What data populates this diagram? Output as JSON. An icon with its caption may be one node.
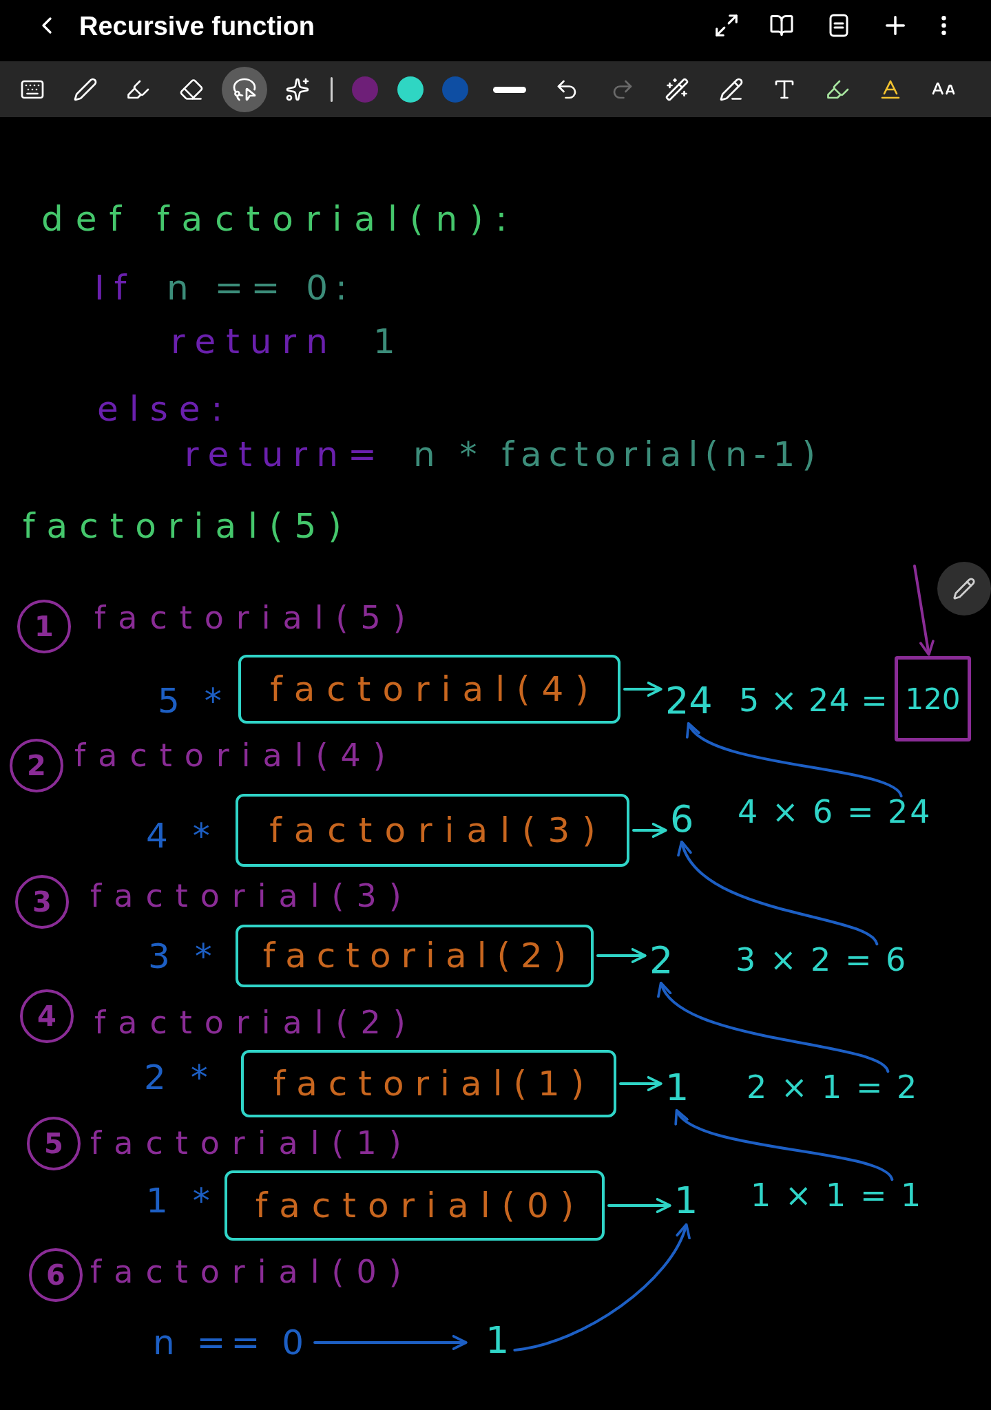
{
  "diagram": {
    "title": "Recursive function",
    "nodes": [
      {
        "text": [
          "1"
        ],
        "beside": [
          "factorial(5)"
        ]
      },
      {
        "text": [
          "factorial(4)"
        ]
      },
      {
        "text": [
          "24"
        ]
      },
      {
        "text": [
          "120"
        ],
        "beside": [
          "5 × 24 ="
        ]
      },
      {
        "text": [
          "2"
        ],
        "beside": [
          "factorial(4)"
        ]
      },
      {
        "text": [
          "factorial(3)"
        ]
      },
      {
        "text": [
          "6"
        ]
      },
      {
        "text": [
          "4 × 6 = 24"
        ]
      },
      {
        "text": [
          "3"
        ],
        "beside": [
          "factorial(3)"
        ]
      },
      {
        "text": [
          "factorial(2)"
        ]
      },
      {
        "text": [
          "2"
        ]
      },
      {
        "text": [
          "3 × 2 = 6"
        ]
      },
      {
        "text": [
          "4"
        ],
        "beside": [
          "factorial(2)"
        ]
      },
      {
        "text": [
          "factorial(1)"
        ]
      },
      {
        "text": [
          "1"
        ]
      },
      {
        "text": [
          "2 × 1 = 2"
        ]
      },
      {
        "text": [
          "5"
        ],
        "beside": [
          "factorial(1)"
        ]
      },
      {
        "text": [
          "factorial(0)"
        ]
      },
      {
        "text": [
          "1"
        ]
      },
      {
        "text": [
          "1 × 1 = 1"
        ]
      },
      {
        "text": [
          "6"
        ],
        "beside": [
          "factorial(0)"
        ]
      },
      {
        "text": [
          "n == 0"
        ]
      },
      {
        "text": [
          "1"
        ]
      }
    ],
    "edges": [
      {
        "from": 1,
        "to": 2,
        "arrow": "to",
        "color": "#2fd5c7"
      },
      {
        "from": null,
        "to": 3,
        "arrow": "to",
        "color": "#8a2c96"
      },
      {
        "from": 5,
        "to": 6,
        "arrow": "to",
        "color": "#2fd5c7"
      },
      {
        "from": 7,
        "to": 2,
        "arrow": "to"
      },
      {
        "from": 9,
        "to": 10,
        "arrow": "to",
        "color": "#2fd5c7"
      },
      {
        "from": 11,
        "to": 6,
        "arrow": "to"
      },
      {
        "from": 13,
        "to": 14,
        "arrow": "to",
        "color": "#2fd5c7"
      },
      {
        "from": 15,
        "to": 10,
        "arrow": "to"
      },
      {
        "from": 17,
        "to": 18,
        "arrow": "to",
        "color": "#2fd5c7"
      },
      {
        "from": 19,
        "to": 14,
        "arrow": "to"
      },
      {
        "from": 21,
        "to": 22,
        "arrow": "to"
      },
      {
        "from": 22,
        "to": 18,
        "arrow": "to"
      }
    ],
    "labels": [
      "def factorial(n):",
      "If",
      "n == 0:",
      "return",
      "1",
      "else:",
      "return=",
      "n * factorial(n-1)",
      "factorial(5)",
      "5 *",
      "4 *",
      "3 *",
      "2 *",
      "1 *"
    ]
  }
}
